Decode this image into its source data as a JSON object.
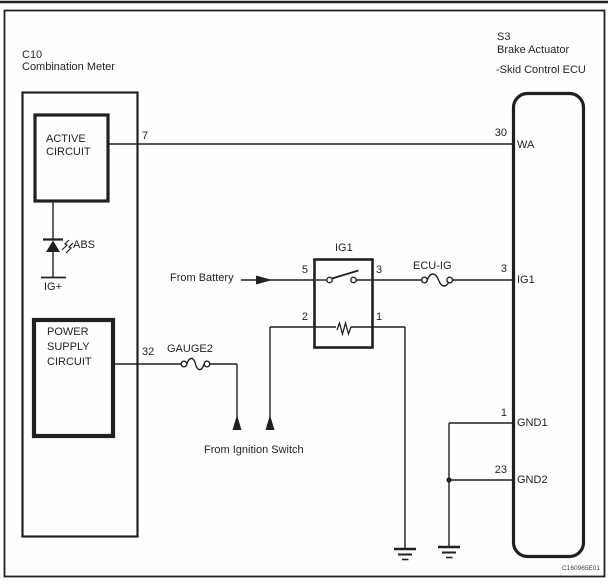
{
  "diagram": {
    "code": "C160965E01",
    "meter": {
      "id": "C10",
      "name": "Combination Meter",
      "active_block": {
        "line1": "ACTIVE",
        "line2": "CIRCUIT"
      },
      "power_block": {
        "line1": "POWER",
        "line2": "SUPPLY",
        "line3": "CIRCUIT"
      },
      "led_label": "ABS",
      "terminal_label": "IG+",
      "pin7": "7",
      "pin32": "32"
    },
    "ecu": {
      "id": "S3",
      "name": "Brake Actuator",
      "subname": "-Skid Control ECU",
      "pin_wa": {
        "num": "30",
        "name": "WA"
      },
      "pin_ig1": {
        "num": "3",
        "name": "IG1"
      },
      "pin_gnd1": {
        "num": "1",
        "name": "GND1"
      },
      "pin_gnd2": {
        "num": "23",
        "name": "GND2"
      }
    },
    "relay": {
      "name": "IG1",
      "pin5": "5",
      "pin3": "3",
      "pin2": "2",
      "pin1": "1"
    },
    "fuses": {
      "ecu_ig": "ECU-IG",
      "gauge2": "GAUGE2"
    },
    "sources": {
      "battery": "From Battery",
      "ignition": "From Ignition Switch"
    },
    "colors": {
      "ink": "#231f20",
      "background": "#fefefe"
    }
  }
}
